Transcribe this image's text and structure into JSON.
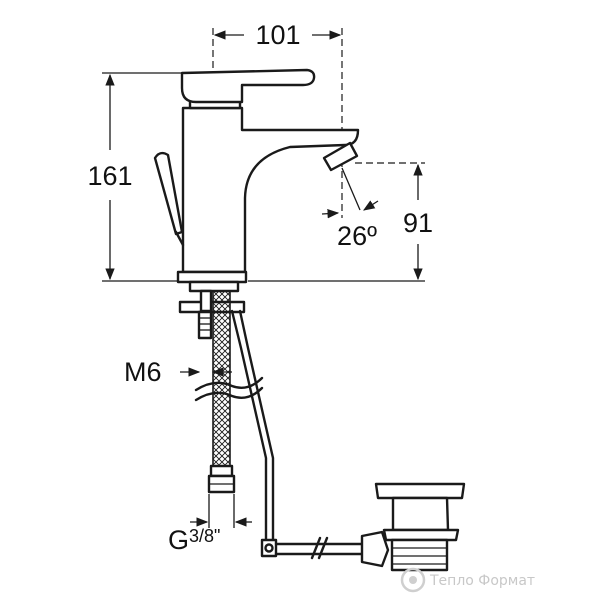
{
  "dimensions": {
    "width": "101",
    "height": "161",
    "spout_height": "91",
    "angle": "26º",
    "thread_rod": "M6",
    "connection_g": "G",
    "connection_size": "3/8\""
  },
  "watermark": {
    "text": "Тепло Формат"
  }
}
